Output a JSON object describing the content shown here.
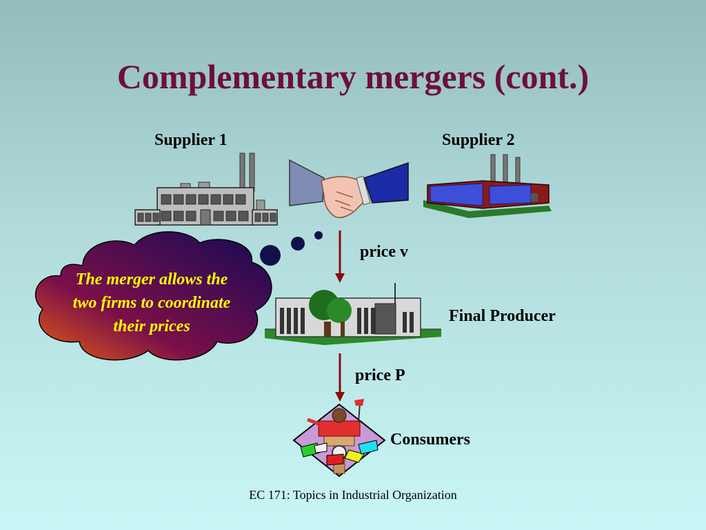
{
  "title": "Complementary mergers (cont.)",
  "nodes": {
    "supplier1": "Supplier 1",
    "supplier2": "Supplier 2",
    "final_producer": "Final Producer",
    "consumers": "Consumers"
  },
  "arrows": {
    "upstream_price": "price v",
    "downstream_price": "price P"
  },
  "thought_bubble": {
    "lines": [
      "The merger allows the",
      "two firms to coordinate",
      "their prices"
    ]
  },
  "footer": "EC 171: Topics in Industrial Organization",
  "colors": {
    "title": "#6e1038",
    "arrow": "#8b0b0b",
    "bubble_text": "#ffff00"
  }
}
